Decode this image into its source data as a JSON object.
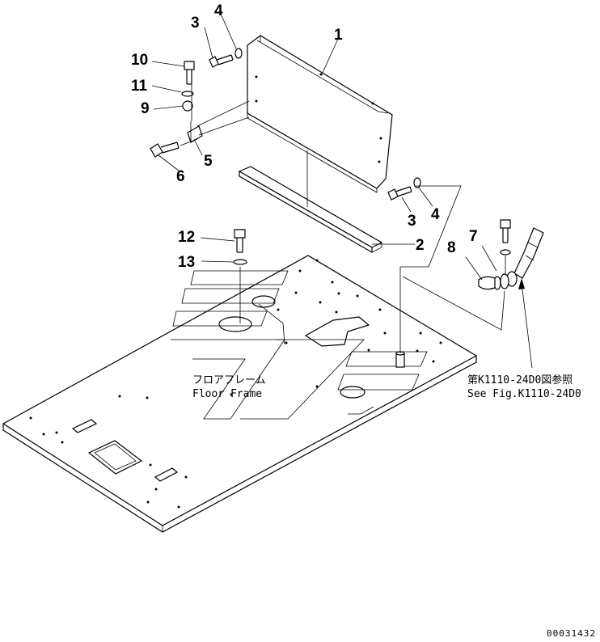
{
  "callouts": {
    "p1": "1",
    "p2": "2",
    "p3a": "3",
    "p3b": "3",
    "p4a": "4",
    "p4b": "4",
    "p5": "5",
    "p6": "6",
    "p7": "7",
    "p8": "8",
    "p9": "9",
    "p10": "10",
    "p11": "11",
    "p12": "12",
    "p13": "13"
  },
  "labels": {
    "floor_frame_jp": "フロアフレーム",
    "floor_frame_en": "Floor Frame",
    "ref_jp": "第K1110-24D0図参照",
    "ref_en": "See Fig.K1110-24D0"
  },
  "doc_number": "00031432"
}
